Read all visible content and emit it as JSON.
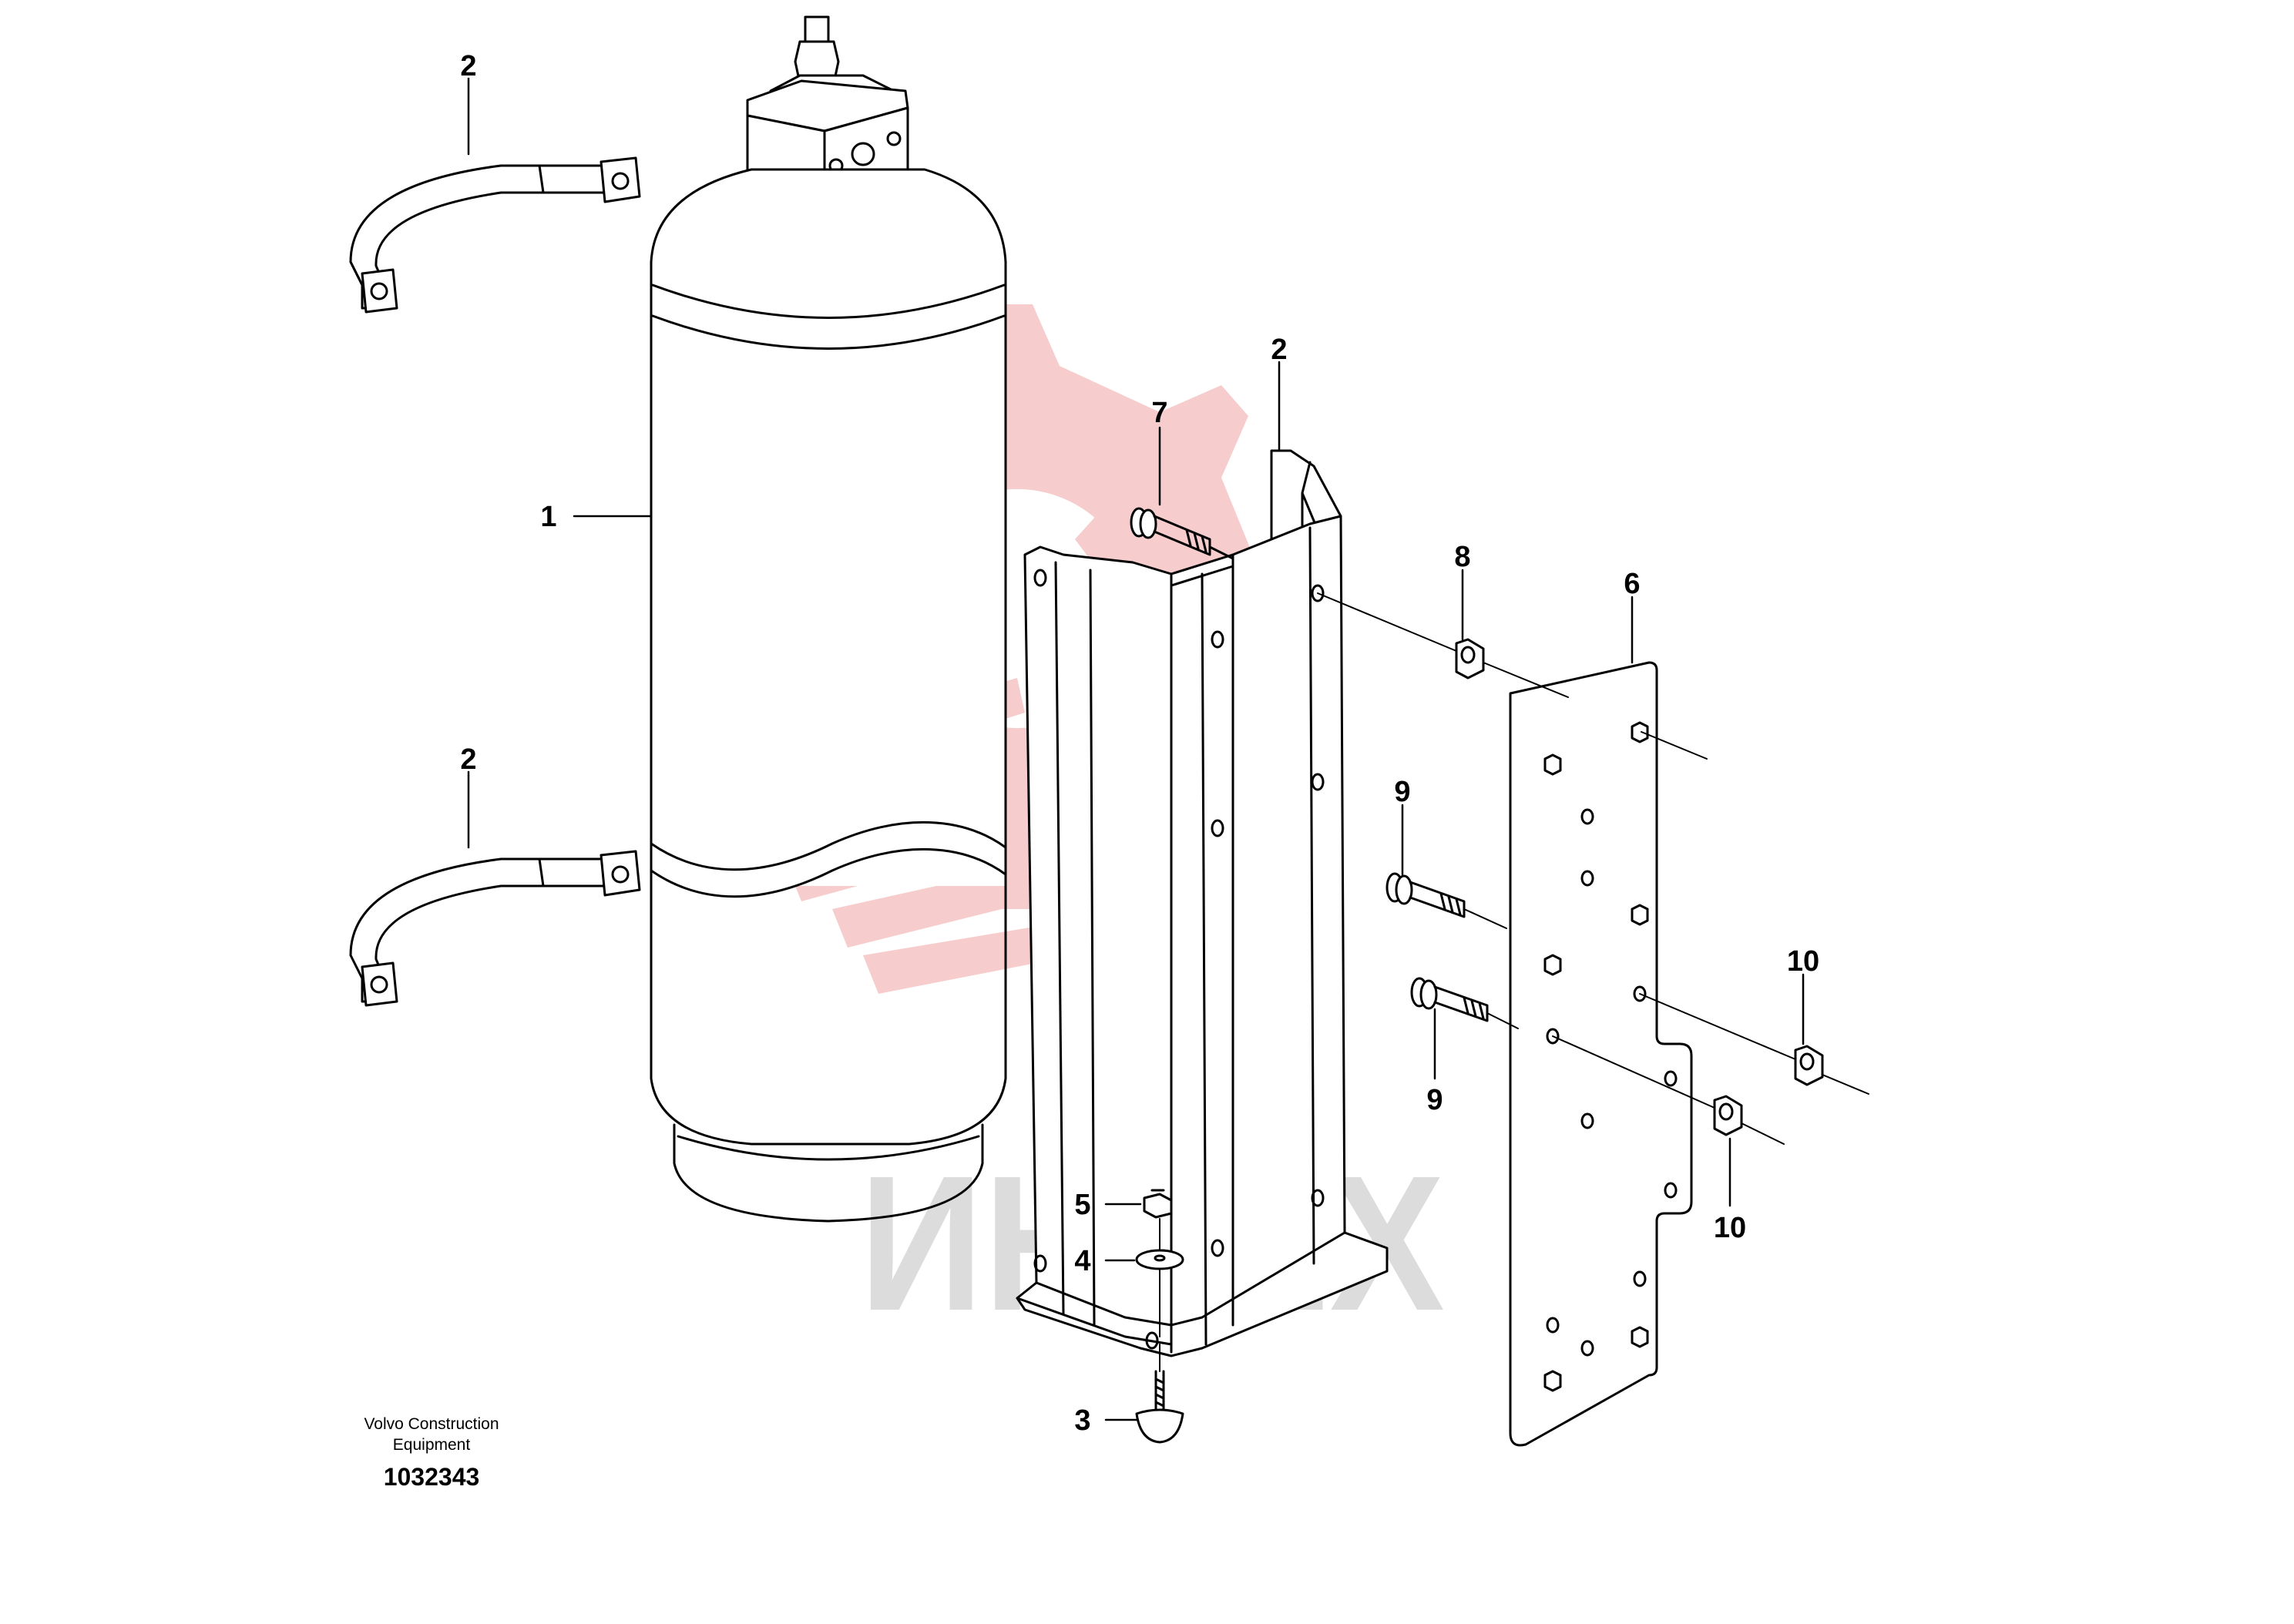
{
  "watermark": {
    "text": "ИНТЕХ",
    "gear_color": "#f6cccc",
    "text_color": "#dcdcdc"
  },
  "callouts": {
    "c1": "1",
    "c2_top": "2",
    "c2_bottom": "2",
    "c2_bracket": "2",
    "c3": "3",
    "c4": "4",
    "c5": "5",
    "c6": "6",
    "c7": "7",
    "c8": "8",
    "c9_upper": "9",
    "c9_lower": "9",
    "c10_upper": "10",
    "c10_lower": "10"
  },
  "caption": {
    "line1": "Volvo Construction",
    "line2": "Equipment",
    "ref": "1032343"
  },
  "colors": {
    "line": "#000000",
    "background": "#ffffff"
  }
}
